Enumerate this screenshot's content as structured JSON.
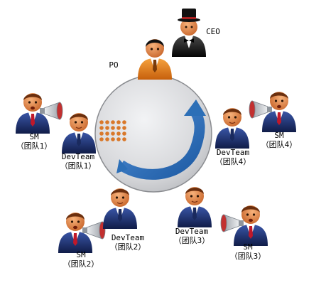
{
  "roles": {
    "ceo": "CEO",
    "po": "PO",
    "sm1": {
      "role": "SM",
      "team": "（团队1）"
    },
    "sm2": {
      "role": "SM",
      "team": "（团队2）"
    },
    "sm3": {
      "role": "SM",
      "team": "（团队3）"
    },
    "sm4": {
      "role": "SM",
      "team": "（团队4）"
    },
    "dev1": {
      "role": "DevTeam",
      "team": "（团队1）"
    },
    "dev2": {
      "role": "DevTeam",
      "team": "（团队2）"
    },
    "dev3": {
      "role": "DevTeam",
      "team": "（团队3）"
    },
    "dev4": {
      "role": "DevTeam",
      "team": "（团队4）"
    }
  },
  "colors": {
    "disc": "#d9dadd",
    "arrow": "#2c6fb7",
    "dots": "#d9782a",
    "navy_suit": "#1c2d68",
    "orange_suit": "#e07a1c",
    "black_suit": "#111111",
    "skin": "#e08a4e",
    "megaphone": "#cfd3d8"
  },
  "icons": [
    "ceo-figure-icon",
    "po-figure-icon",
    "scrum-master-megaphone-icon",
    "dev-team-figure-icon",
    "sprint-cycle-arrow-icon",
    "backlog-dots-icon"
  ]
}
